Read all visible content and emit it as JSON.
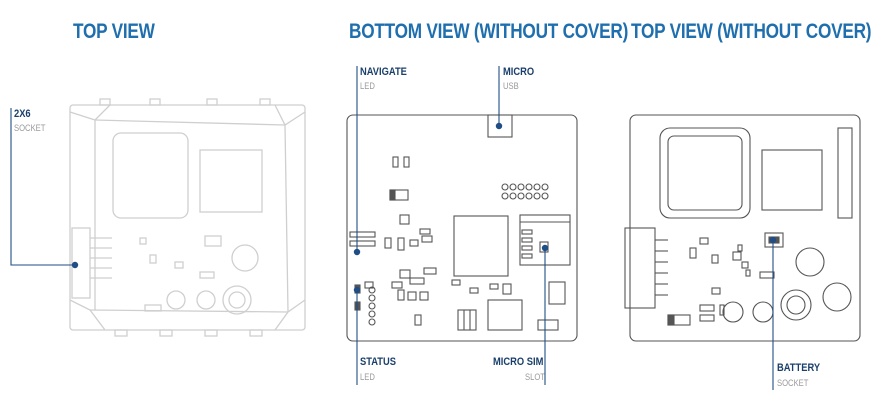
{
  "titles": {
    "top_view": "TOP VIEW",
    "bottom_view": "BOTTOM VIEW (WITHOUT COVER)",
    "top_view_no_cover": "TOP VIEW (WITHOUT COVER)"
  },
  "callouts": {
    "socket_2x6": {
      "label": "2X6",
      "sub": "SOCKET"
    },
    "navigate": {
      "label": "NAVIGATE",
      "sub": "LED"
    },
    "micro_usb": {
      "label": "MICRO",
      "sub": "USB"
    },
    "status": {
      "label": "STATUS",
      "sub": "LED"
    },
    "micro_sim": {
      "label": "MICRO SIM",
      "sub": "SLOT"
    },
    "battery": {
      "label": "BATTERY",
      "sub": "SOCKET"
    }
  },
  "colors": {
    "title": "#1f6fae",
    "callout_label": "#1a3f6b",
    "callout_line": "#1f4e86",
    "board_outline": "#555555",
    "cover_outline": "#cfcfcf"
  }
}
